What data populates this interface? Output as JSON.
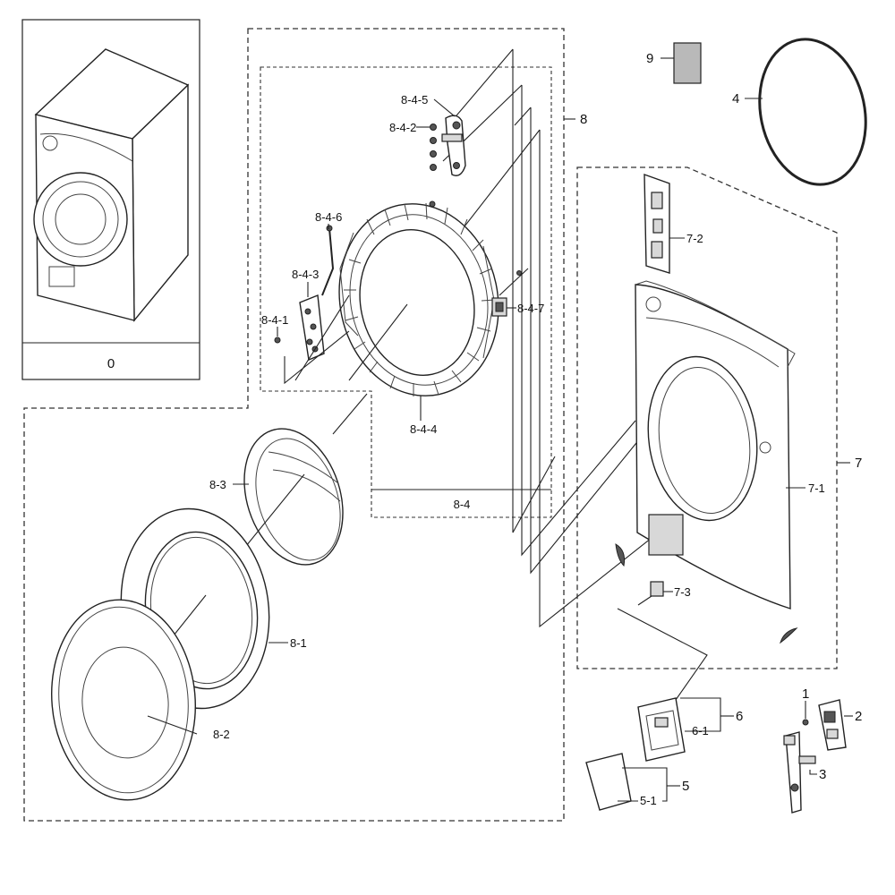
{
  "labels": {
    "assembly": "0",
    "ring": "4",
    "sheet": "9",
    "door": "8",
    "door_inner": "8-4",
    "hinge": "8-4-5",
    "hinge_screws": "8-4-2",
    "latch_wire": "8-4-6",
    "hinge_plate": "8-4-3",
    "screw": "8-4-1",
    "door_frame": "8-4-4",
    "latch": "8-4-7",
    "door_glass": "8-3",
    "door_ring": "8-1",
    "door_cover": "8-2",
    "front_panel_assy": "7",
    "front_panel": "7-1",
    "bracket": "7-2",
    "door_switch": "7-3",
    "holder_assy": "6",
    "holder": "6-1",
    "filter_cover_assy": "5",
    "filter_cover": "5-1",
    "clip": "1",
    "lock_housing": "2",
    "lock_lever": "3"
  }
}
